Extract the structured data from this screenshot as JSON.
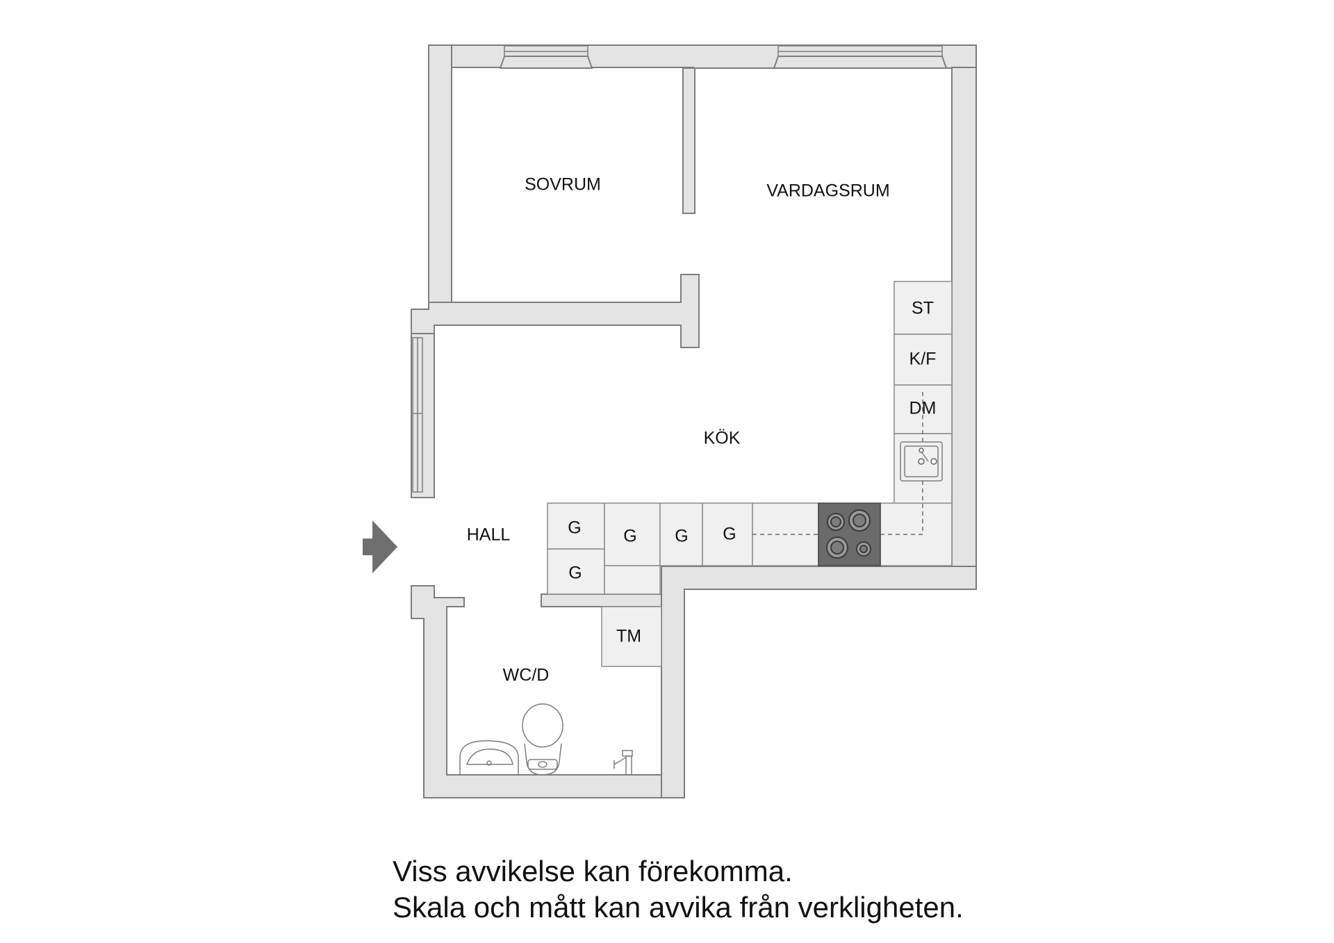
{
  "rooms": {
    "sovrum": "SOVRUM",
    "vardagsrum": "VARDAGSRUM",
    "kok": "KÖK",
    "hall": "HALL",
    "wcd": "WC/D"
  },
  "fixtures": {
    "st": "ST",
    "kf": "K/F",
    "dm": "DM",
    "g": "G",
    "tm": "TM"
  },
  "notes": {
    "line1": "Viss avvikelse kan förekomma.",
    "line2": "Skala och mått kan avvika från verkligheten."
  },
  "colors": {
    "wall_fill": "#e4e4e4",
    "wall_stroke": "#7d7d7d",
    "stove": "#6b6b6b",
    "entrance_arrow": "#6e6e6e"
  }
}
